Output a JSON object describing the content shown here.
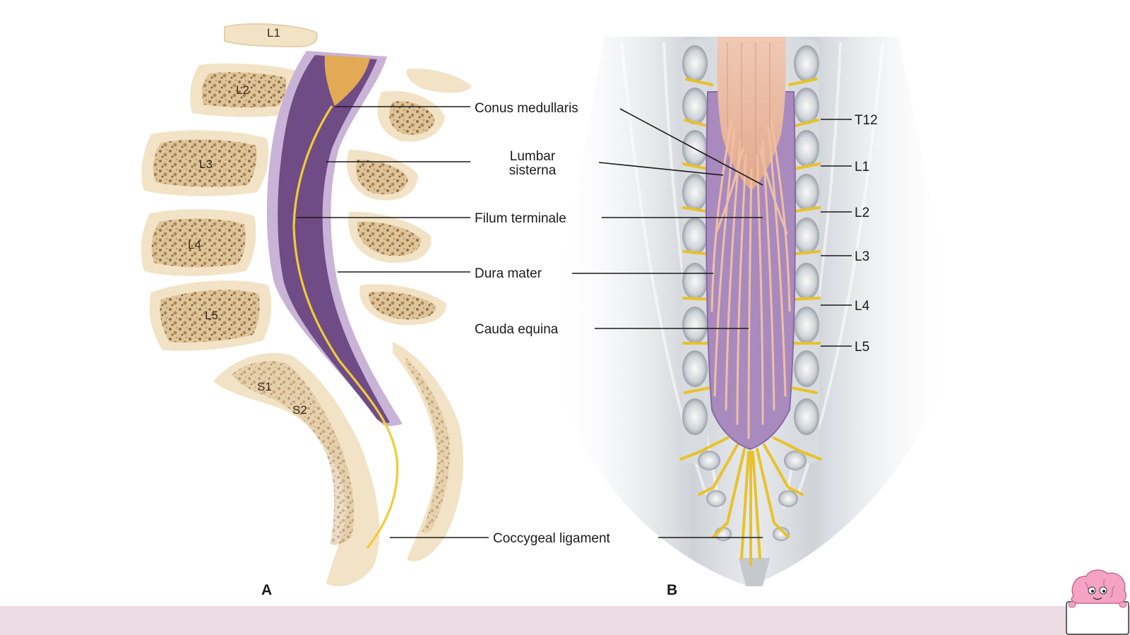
{
  "panels": {
    "a": "A",
    "b": "B"
  },
  "labels": {
    "conus": "Conus medullaris",
    "lumbar_1": "Lumbar",
    "lumbar_2": "sisterna",
    "filum": "Filum terminale",
    "dura": "Dura mater",
    "cauda": "Cauda equina",
    "coccygeal": "Coccygeal ligament"
  },
  "vertebrae_a": [
    "L1",
    "L2",
    "L3",
    "L4",
    "L5",
    "S1",
    "S2"
  ],
  "vertebrae_b": [
    "T12",
    "L1",
    "L2",
    "L3",
    "L4",
    "L5"
  ],
  "colors": {
    "dura_purple": "#7a5a8e",
    "dura_light": "#c9b3d6",
    "bone": "#f2e3c6",
    "bone_core": "#c9a071",
    "nerve_yellow": "#e8c22a",
    "footer_band": "#ecdbe2"
  },
  "icons": {
    "mascot": "brain-mascot-icon"
  }
}
